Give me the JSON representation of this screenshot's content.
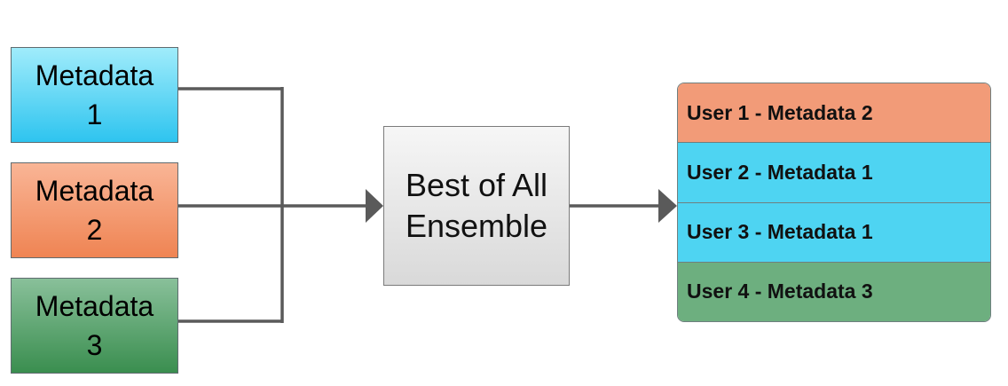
{
  "inputs": [
    {
      "line1": "Metadata",
      "line2": "1",
      "color": "#2ec4ef"
    },
    {
      "line1": "Metadata",
      "line2": "2",
      "color": "#ef8453"
    },
    {
      "line1": "Metadata",
      "line2": "3",
      "color": "#3a8e4f"
    }
  ],
  "ensemble": {
    "line1": "Best of All",
    "line2": "Ensemble",
    "color": "#e6e6e6"
  },
  "results": [
    {
      "label": "User 1 - Metadata 2",
      "color": "#f29b78"
    },
    {
      "label": "User 2 - Metadata 1",
      "color": "#4ed4f2"
    },
    {
      "label": "User 3 - Metadata 1",
      "color": "#4ed4f2"
    },
    {
      "label": "User 4 - Metadata 3",
      "color": "#6daf7f"
    }
  ],
  "connector_color": "#5a5a5a"
}
